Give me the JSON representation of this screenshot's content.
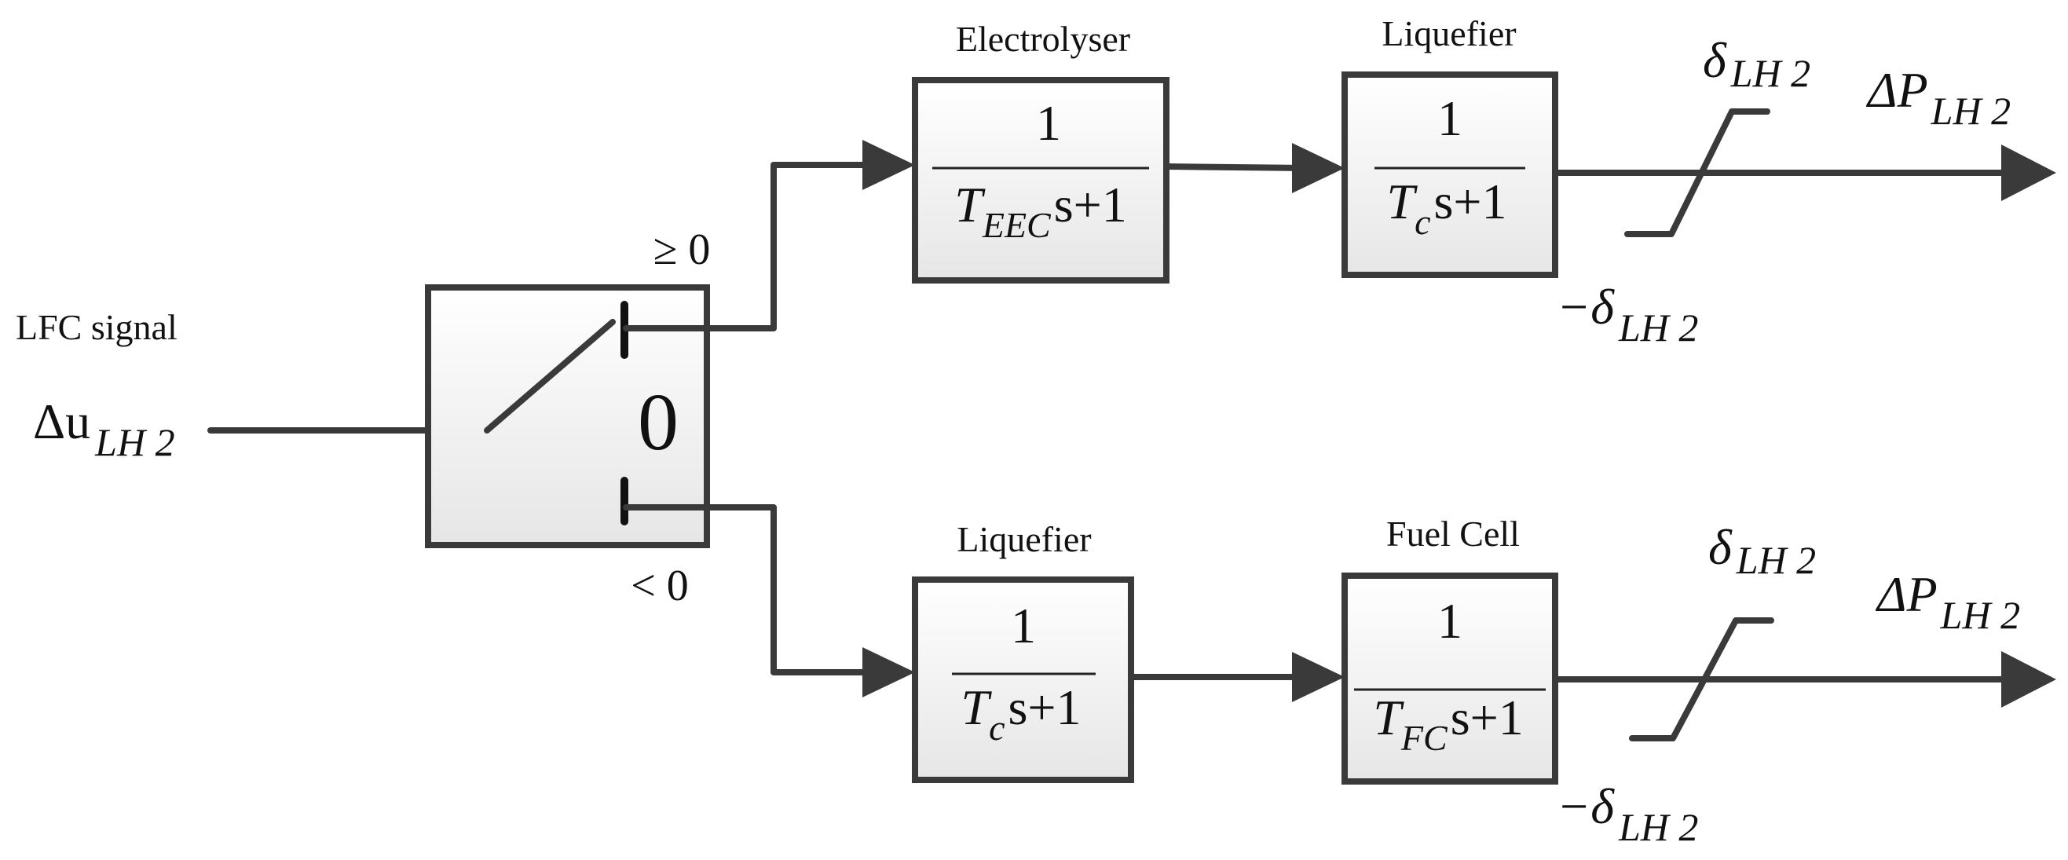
{
  "input": {
    "title": "LFC signal",
    "symbol": "Δu",
    "subscript": "LH 2"
  },
  "switch": {
    "upper_condition": "≥ 0",
    "lower_condition": "< 0",
    "threshold": "0"
  },
  "top_path": {
    "block1": {
      "name": "Electrolyser",
      "numerator": "1",
      "denominator": {
        "var": "T",
        "sub": "EEC",
        "rest": "s+1"
      }
    },
    "block2": {
      "name": "Liquefier",
      "numerator": "1",
      "denominator": {
        "var": "T",
        "sub": "c",
        "rest": "s+1"
      }
    },
    "limiter": {
      "upper": {
        "sign": "",
        "symbol": "δ",
        "subscript": "LH 2"
      },
      "lower": {
        "sign": "−",
        "symbol": "δ",
        "subscript": "LH 2"
      }
    },
    "output": {
      "symbol": "ΔP",
      "subscript": "LH 2"
    }
  },
  "bottom_path": {
    "block1": {
      "name": "Liquefier",
      "numerator": "1",
      "denominator": {
        "var": "T",
        "sub": "c",
        "rest": "s+1"
      }
    },
    "block2": {
      "name": "Fuel Cell",
      "numerator": "1",
      "denominator": {
        "var": "T",
        "sub": "FC",
        "rest": "s+1"
      }
    },
    "limiter": {
      "upper": {
        "sign": "",
        "symbol": "δ",
        "subscript": "LH 2"
      },
      "lower": {
        "sign": "−",
        "symbol": "δ",
        "subscript": "LH 2"
      }
    },
    "output": {
      "symbol": "ΔP",
      "subscript": "LH 2"
    }
  },
  "colors": {
    "line": "#3a3a3a",
    "block_fill_top": "#ffffff",
    "block_fill_bottom": "#e6e6e6"
  }
}
